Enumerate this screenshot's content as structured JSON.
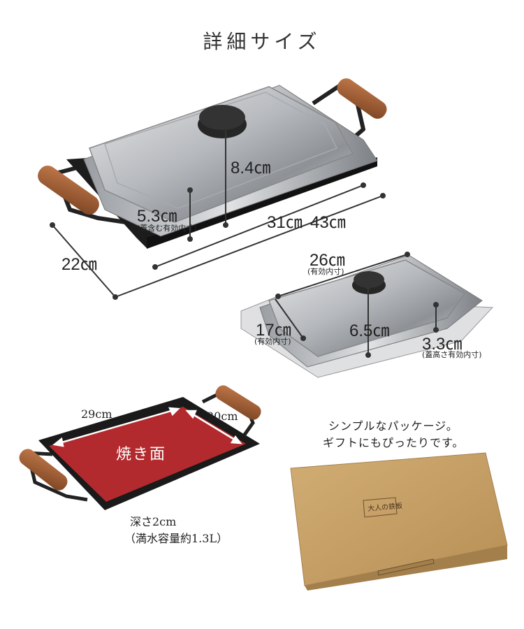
{
  "page_title": "詳細サイズ",
  "main_product": {
    "depth": "22㎝",
    "width_outer": "43㎝",
    "width_inner": "31㎝",
    "height_total": "8.4㎝",
    "lid_height": "5.3㎝",
    "lid_height_note": "(蓋含む有効内寸)"
  },
  "lid": {
    "width": "26㎝",
    "width_note": "(有効内寸)",
    "depth": "17㎝",
    "depth_note": "(有効内寸)",
    "height": "6.5㎝",
    "inner_height": "3.3㎝",
    "inner_height_note": "(蓋高さ有効内寸)"
  },
  "plate": {
    "length": "29cm",
    "width": "20cm",
    "surface_label": "焼き面",
    "depth": "深さ2cm",
    "capacity": "（満水容量約1.3L）",
    "surface_color": "#b32a2e"
  },
  "package": {
    "line1": "シンプルなパッケージ。",
    "line2": "ギフトにもぴったりです。",
    "box_label": "大人の鉄板",
    "box_color": "#c9a46a"
  }
}
